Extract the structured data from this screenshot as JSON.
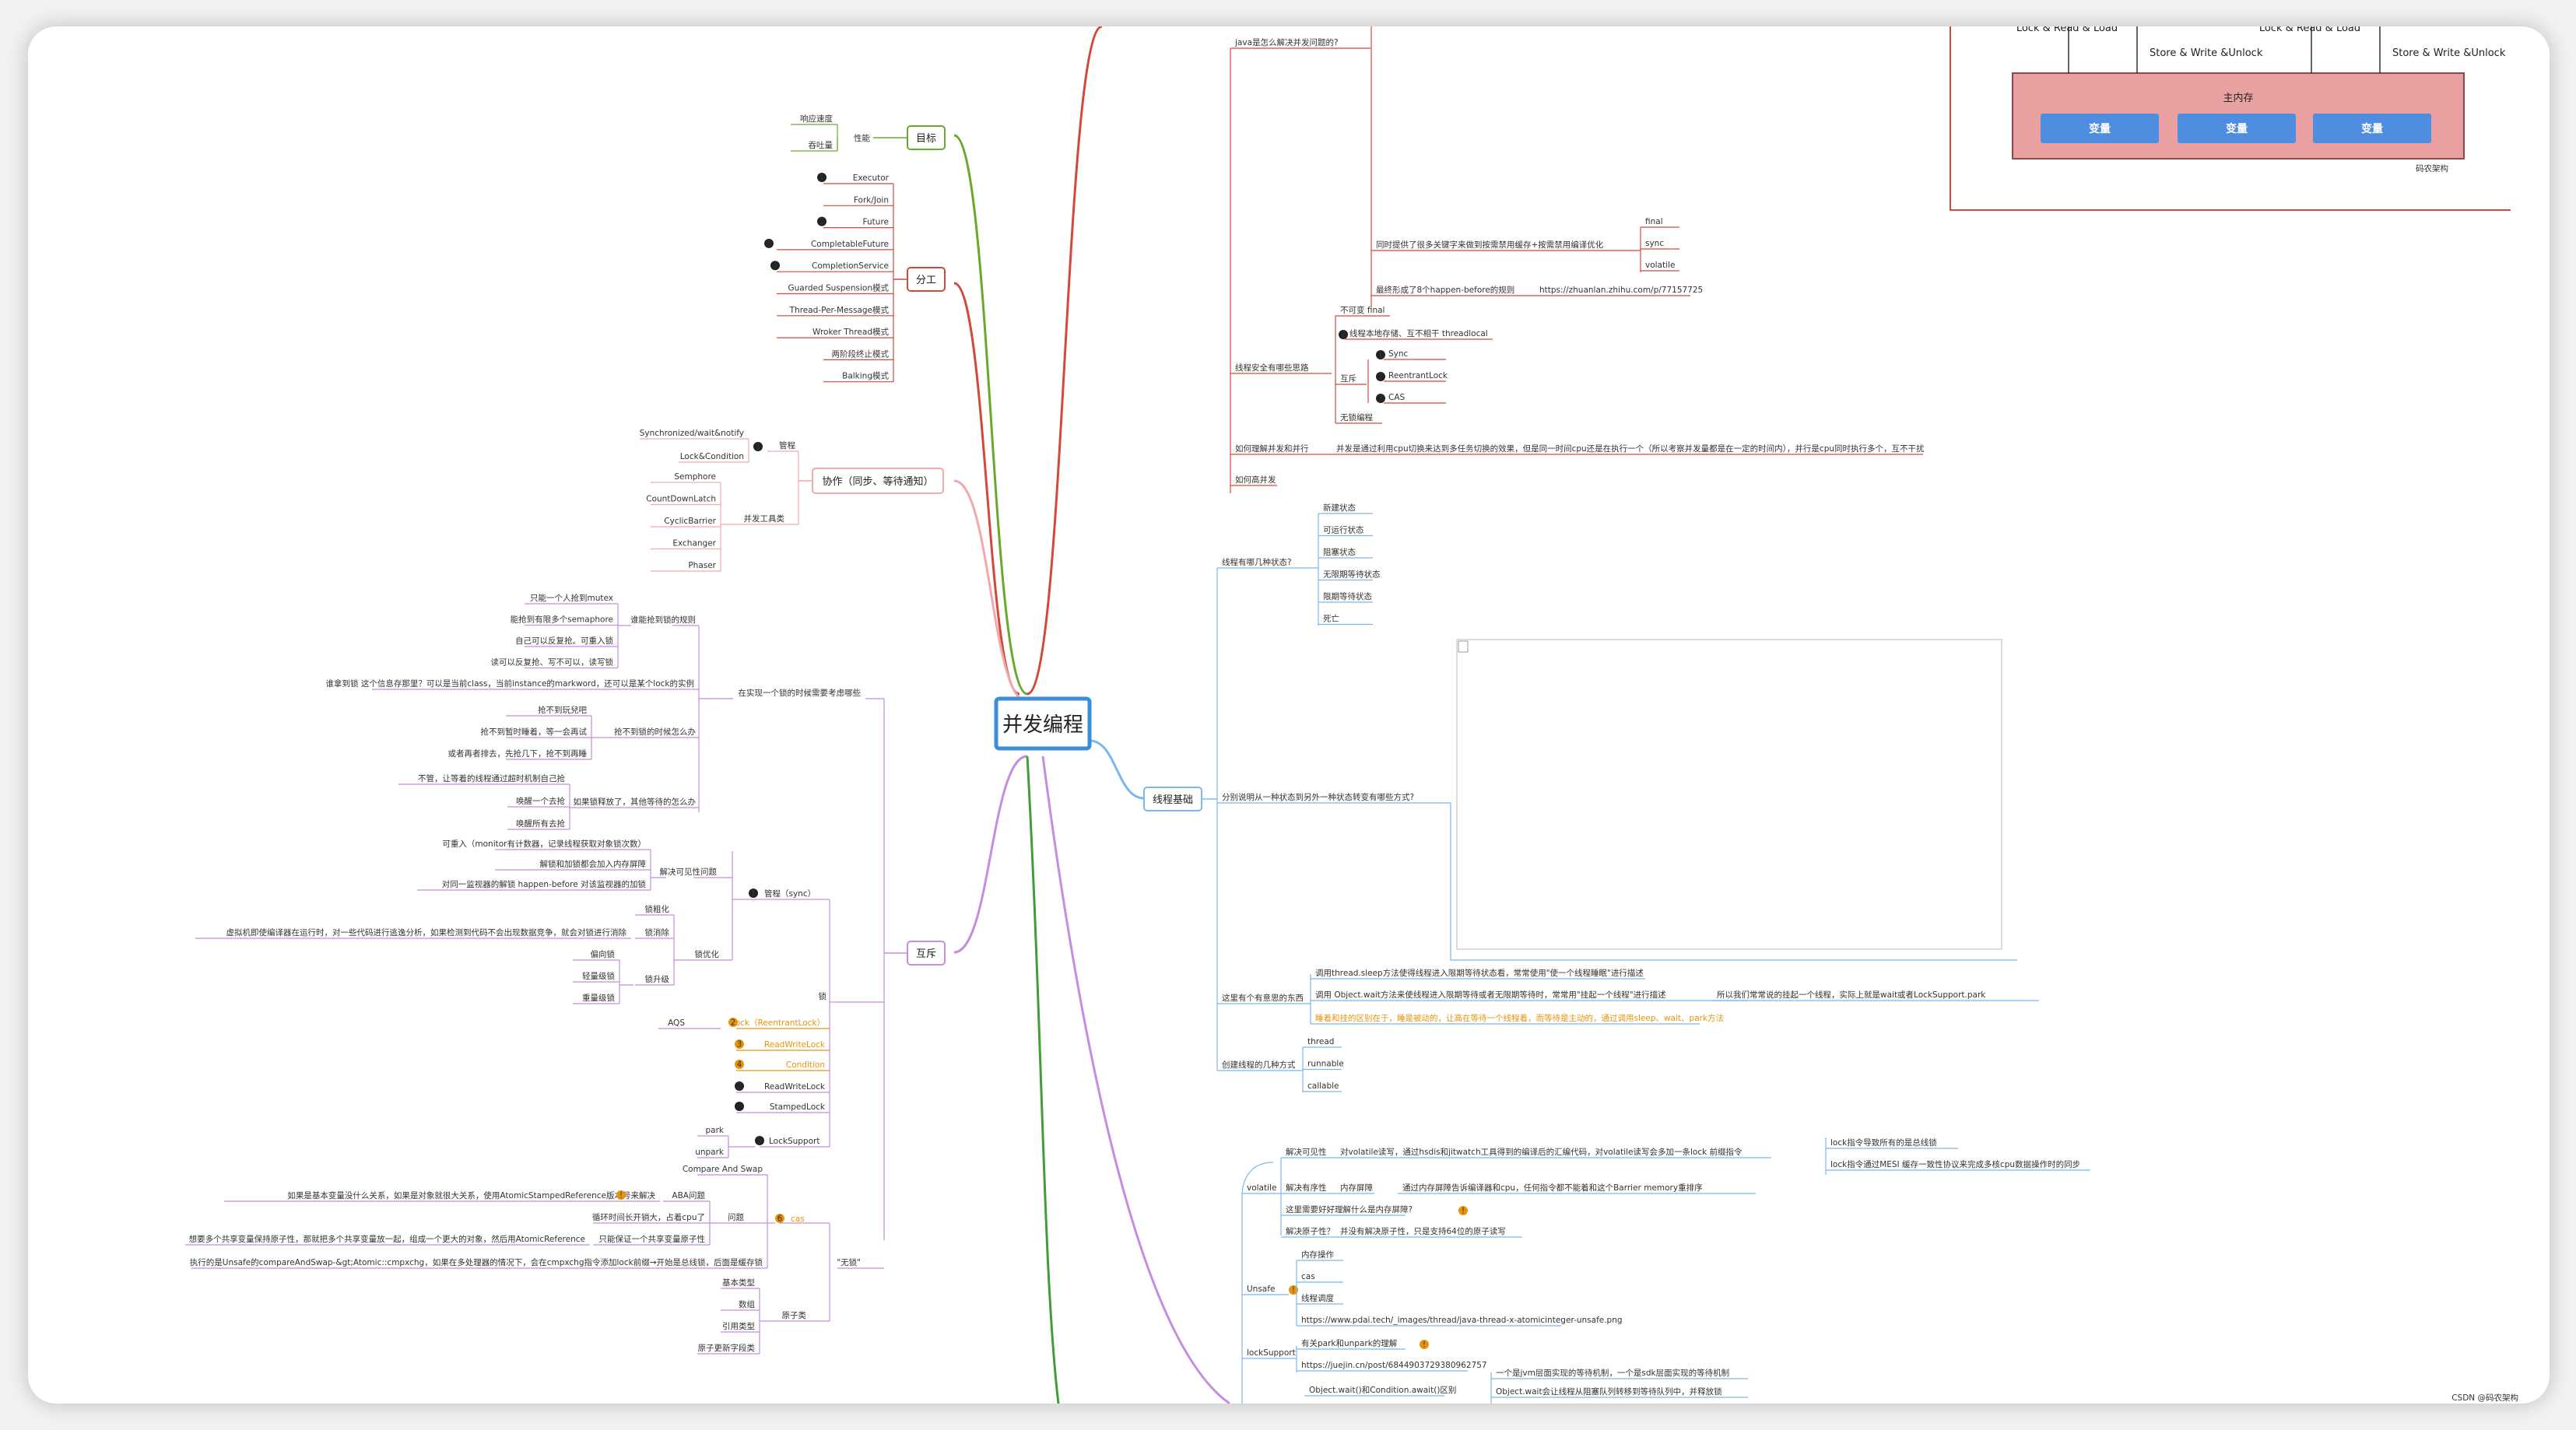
{
  "title": "并发编程",
  "watermark": "码农架构",
  "footer_watermark": "CSDN @码农架构",
  "goal": {
    "label": "目标",
    "perf_label": "性能",
    "leaves": [
      "响应速度",
      "吞吐量"
    ]
  },
  "division": {
    "label": "分工",
    "leaves": [
      "Executor",
      "Fork/Join",
      "Future",
      "CompletableFuture",
      "CompletionService",
      "Guarded Suspension模式",
      "Thread-Per-Message模式",
      "Wroker Thread模式",
      "两阶段终止模式",
      "Balking模式"
    ]
  },
  "collab": {
    "label": "协作（同步、等待通知）",
    "monitor_label": "管程",
    "monitor_items": [
      "Synchronized/wait&notify",
      "Lock&Condition"
    ],
    "tools_label": "并发工具类",
    "tools_items": [
      "Semphore",
      "CountDownLatch",
      "CyclicBarrier",
      "Exchanger",
      "Phaser"
    ]
  },
  "mutex": {
    "label": "互斥",
    "design_label": "在实现一个锁的时候需要考虑哪些",
    "design_items": [
      {
        "label": "谁能抢到锁的规则",
        "children": [
          "只能一个人抢到mutex",
          "能抢到有限多个semaphore",
          "自己可以反复抢。可重入锁",
          "读可以反复抢、写不可以，读写锁"
        ]
      },
      {
        "label": "谁拿到锁 这个信息存那里？可以是当前class，当前instance的markword，还可以是某个lock的实例",
        "children": []
      },
      {
        "label": "抢不到锁的时候怎么办",
        "children": [
          "抢不到玩兒吧",
          "抢不到暂时睡着，等一会再试",
          "或者再者排去，先抢几下，抢不到再睡"
        ]
      },
      {
        "label": "如果锁释放了，其他等待的怎么办",
        "children": [
          "不管，让等着的线程通过超时机制自己抢",
          "唤醒一个去抢",
          "唤醒所有去抢"
        ]
      }
    ],
    "lock_label": "锁",
    "sync_label": "管程（sync）",
    "sync_visibility_label": "解决可见性问题",
    "sync_visibility_items": [
      "可重入（monitor有计数器，记录线程获取对象锁次数）",
      "解锁和加锁都会加入内存屏障",
      "对同一监视器的解锁 happen-before 对该监视器的加锁"
    ],
    "lock_opt_label": "锁优化",
    "lock_opt_items": [
      {
        "label": "锁粗化",
        "children": []
      },
      {
        "label": "锁消除",
        "children": [
          "虚拟机即使编译器在运行时，对一些代码进行逃逸分析，如果检测到代码不会出现数据竞争，就会对锁进行消除"
        ]
      },
      {
        "label": "锁升级",
        "children": [
          "偏向锁",
          "轻量级锁",
          "重量级锁"
        ]
      }
    ],
    "lock_impls": [
      "Lock（ReentrantLock）",
      "ReadWriteLock",
      "Condition",
      "ReadWriteLock",
      "StampedLock"
    ],
    "aqs_label": "AQS",
    "locksupport_label": "LockSupport",
    "locksupport_items": [
      "park",
      "unpark"
    ],
    "lockfree_label": "\"无锁\"",
    "cas_label": "cas",
    "cas_items": [
      "Compare And Swap"
    ],
    "cas_problem_label": "问题",
    "cas_problems": [
      {
        "label": "ABA问题",
        "detail": "如果是基本变量没什么关系，如果是对象就很大关系，使用AtomicStampedReference版本号来解决"
      },
      {
        "label": "循环时间长开销大，占着cpu了",
        "detail": ""
      },
      {
        "label": "只能保证一个共享变量原子性",
        "detail": "想要多个共享变量保持原子性，那就把多个共享变量放一起，组成一个更大的对象，然后用AtomicReference"
      }
    ],
    "cas_impl": "执行的是Unsafe的compareAndSwap-&gt;Atomic::cmpxchg，如果在多处理器的情况下，会在cmpxchg指令添加lock前缀→开始是总线锁，后面是缓存锁",
    "atomic_label": "原子类",
    "atomic_items": [
      "基本类型",
      "数组",
      "引用类型",
      "原子更新字段类"
    ]
  },
  "java_concurrency": {
    "q1": "java是怎么解决并发问题的?",
    "keywords_label": "同时提供了很多关键字来做到按需禁用缓存+按需禁用编译优化",
    "keywords": [
      "final",
      "sync",
      "volatile"
    ],
    "hb_label": "最终形成了8个happen-before的规则",
    "hb_link": "https://zhuanlan.zhihu.com/p/77157725",
    "safety_label": "线程安全有哪些思路",
    "safety_items": [
      "不可变 final",
      "线程本地存储、互不相干 threadlocal"
    ],
    "mutex_label": "互斥",
    "mutex_items": [
      "Sync",
      "ReentrantLock",
      "CAS"
    ],
    "lockfree": "无锁编程",
    "understand_label": "如何理解并发和并行",
    "understand_text": "并发是通过利用cpu切换来达到多任务切换的效果，但是同一时间cpu还是在执行一个（所以考察并发量都是在一定的时间内），并行是cpu同时执行多个，互不干扰",
    "highconc": "如何高并发"
  },
  "jmm": {
    "main_mem": "主内存",
    "vars": [
      "变量",
      "变量",
      "变量"
    ],
    "ops": [
      "Lock & Read & Load",
      "Lock & Read & Load",
      "Store & Write &Unlock",
      "Store & Write &Unlock"
    ]
  },
  "thread_basics": {
    "label": "线程基础",
    "states_label": "线程有哪几种状态?",
    "states": [
      "新建状态",
      "可运行状态",
      "阻塞状态",
      "无限期等待状态",
      "限期等待状态",
      "死亡"
    ],
    "transition_label": "分别说明从一种状态到另外一种状态转变有哪些方式?",
    "methods_label": "这里有个有意思的东西",
    "methods": [
      "调用thread.sleep方法使得线程进入限期等待状态看，常常使用\"使一个线程睡眠\"进行描述",
      "调用 Object.wait方法来使线程进入限期等待或者无限期等待时，常常用\"挂起一个线程\"进行描述",
      "睡着和挂的区别在于，睡是被动的，让高在等待一个线程着，而等待是主动的，通过调用sleep、wait、park方法"
    ],
    "methods_extra": "所以我们常常说的挂起一个线程，实际上就是wait或者LockSupport.park",
    "create_label": "创建线程的几种方式",
    "create_items": [
      "thread",
      "runnable",
      "callable"
    ]
  },
  "volatile": {
    "label": "volatile",
    "visibility_label": "解决可见性",
    "visibility_text": "对volatile读写，通过hsdis和jitwatch工具得到的编译后的汇编代码，对volatile读写会多加一条lock 前缀指令",
    "lock_items": [
      "lock指令导致所有的是总线锁",
      "lock指令通过MESI 缓存一致性协议来完成多核cpu数据操作时的同步"
    ],
    "order_label": "解决有序性",
    "order_sub": "内存屏障",
    "order_text": "通过内存屏障告诉编译器和cpu，任何指令都不能着和这个Barrier memory重排序",
    "q_barrier": "这里需要好好理解什么是内存屏障?",
    "q_atomic": "解决原子性？",
    "atomic_text": "并没有解决原子性，只是支持64位的原子读写"
  },
  "unsafe": {
    "label": "Unsafe",
    "items": [
      "内存操作",
      "cas",
      "线程调度",
      "https://www.pdai.tech/_images/thread/java-thread-x-atomicinteger-unsafe.png"
    ]
  },
  "locksupport_right": {
    "label": "lockSupport",
    "items": [
      "有关park和unpark的理解",
      "https://juejin.cn/post/6844903729380962757"
    ]
  },
  "wait_compare": {
    "label": "Object.wait()和Condition.await()区别",
    "items": [
      "一个是jvm层面实现的等待机制，一个是sdk层面实现的等待机制",
      "Object.wait会让线程从阻塞队列转移到等待队列中，并释放锁"
    ]
  },
  "colors": {
    "root_border": "#3a8fd6",
    "goal": "#6aa82d",
    "division": "#d4473c",
    "collab": "#f2a9a9",
    "mutex": "#c48de0",
    "thread": "#7ab8ef",
    "javaconc": "#d4473c",
    "jmm_box": "#e8a0a0",
    "var_box": "#4f8de0",
    "bottom": "#3f9e3a"
  }
}
